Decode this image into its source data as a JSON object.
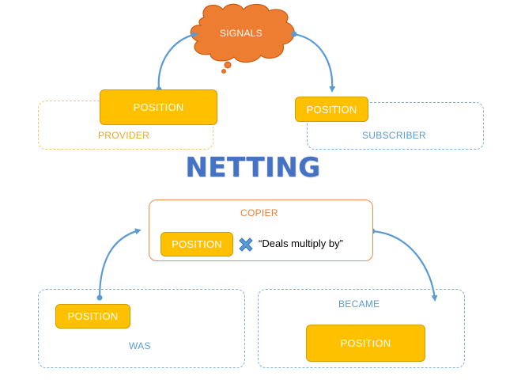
{
  "colors": {
    "position_fill": "#ffc000",
    "cloud_fill": "#ed7d31",
    "arrow": "#5b9bd5",
    "title": "#4472c4",
    "cross": "#5b9bd5"
  },
  "top": {
    "cloud_label": "SIGNALS",
    "provider": {
      "position_label": "POSITION",
      "frame_label": "PROVIDER"
    },
    "subscriber": {
      "position_label": "POSITION",
      "frame_label": "SUBSCRIBER"
    }
  },
  "title": "NETTING",
  "copier": {
    "frame_label": "COPIER",
    "position_label": "POSITION",
    "cross_icon": "x-cross-icon",
    "quote": "“Deals multiply by”"
  },
  "was": {
    "position_label": "POSITION",
    "frame_label": "WAS"
  },
  "became": {
    "frame_label": "BECAME",
    "position_label": "POSITION"
  }
}
